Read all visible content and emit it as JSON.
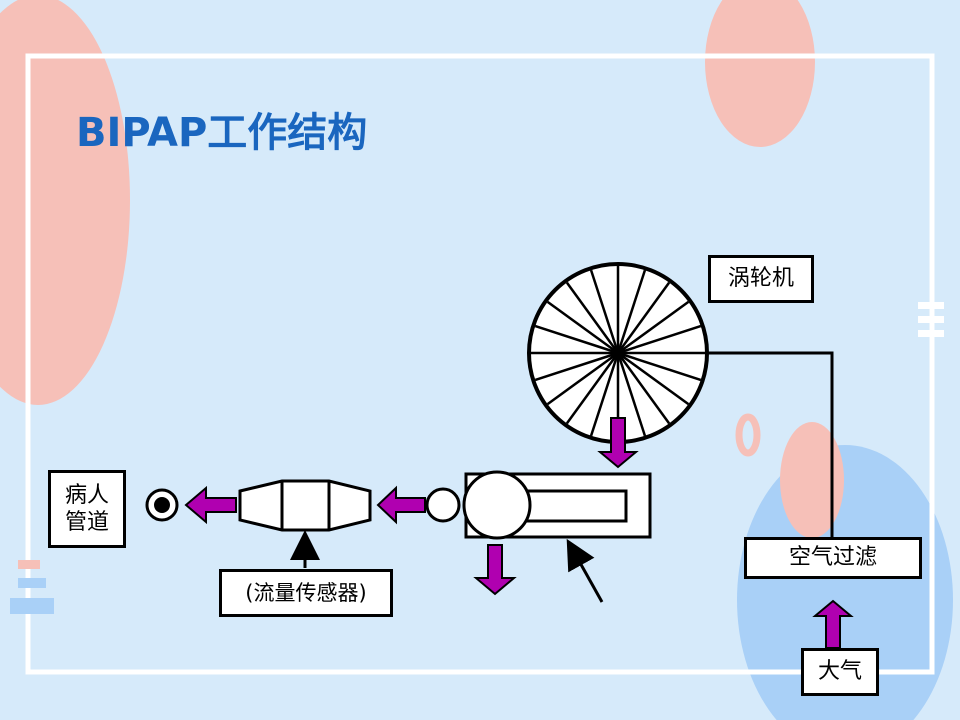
{
  "slide": {
    "title": "BIPAP工作结构"
  },
  "labels": {
    "turbine": "涡轮机",
    "air_filter": "空气过滤",
    "atmosphere": "大气",
    "patient_line": "病人\n管道",
    "flow_sensor": "(流量传感器)"
  },
  "colors": {
    "background": "#d6eafa",
    "title": "#1a66bf",
    "arrow_fill": "#b000b0",
    "decor_pink": "#f6c0b8",
    "decor_blue": "#a9d0f7"
  },
  "icons": [
    "turbine-wheel-icon",
    "flow-arrow-icon",
    "patient-connector-icon"
  ]
}
